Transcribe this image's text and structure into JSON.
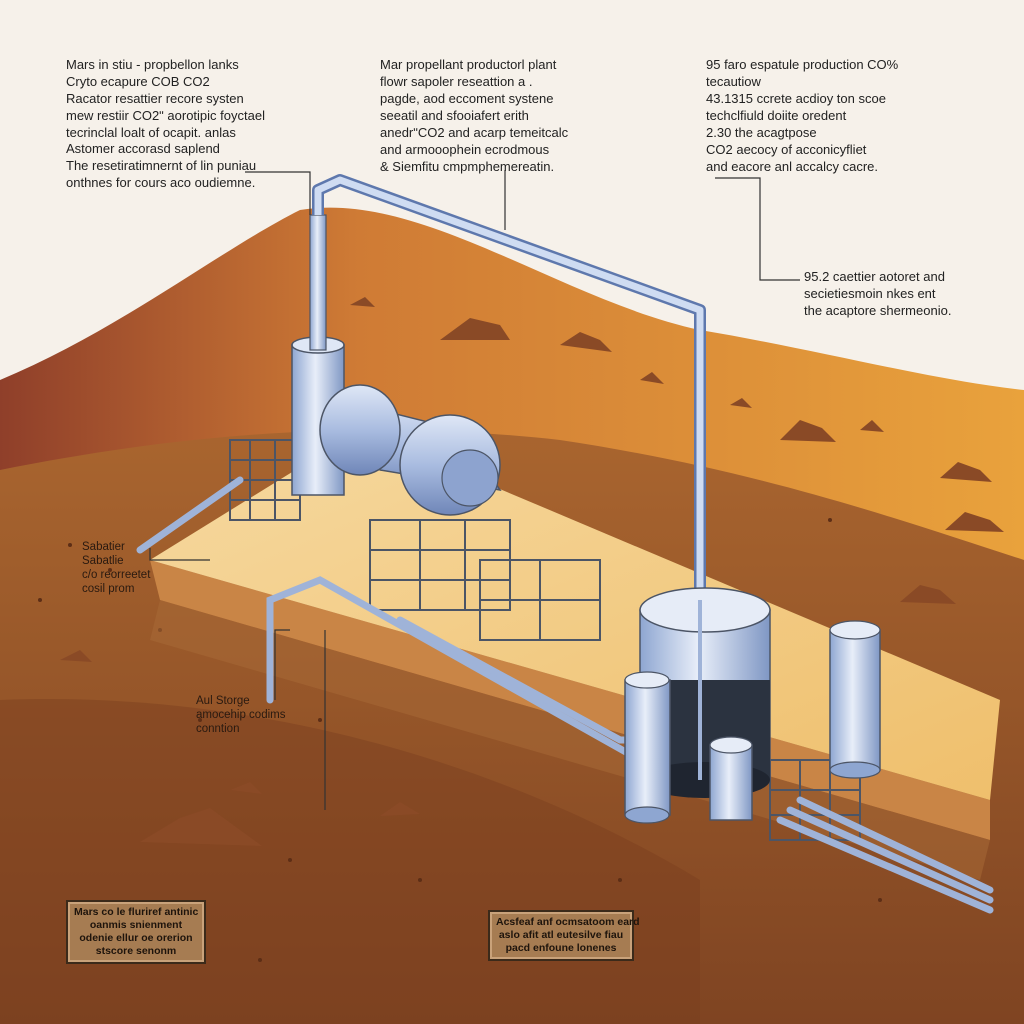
{
  "annotations": {
    "top_left": {
      "lines": [
        "Mars in stiu - propbellon lanks",
        "Cryto ecapure COB CO2",
        "Racator resattier recore systen",
        "mew restiir CO2ʺ aorotipic foyctael",
        "tecrinclal loalt of ocapit. anlas"
      ]
    },
    "left_mid": {
      "lines": [
        "Astomer accorasd saplend",
        "The resetiratimnernt of lin puniau",
        "onthnes for cours aco oudiemne."
      ]
    },
    "top_center": {
      "lines": [
        "Mar propellant productorl plant",
        "flowr sapoler reseattion a .",
        "pagde, aod eccoment systene",
        "seeatil and sfooiafert erith",
        "anedrʺCO2 and acarp temeitcalc",
        "and armooophein ecrodmous",
        "& Siemfitu cmpmphemereatin."
      ]
    },
    "top_right": {
      "lines": [
        "95 faro espatule production CO%",
        "tecautiow",
        "43.1315 ccrete acdioy ton scoe",
        "techclfiuld doiite oredent",
        "2.30 the acagtpose",
        "CO2 aecocy of acconicyfliet",
        "and eacore anl accalcy cacre."
      ]
    },
    "right_mid": {
      "lines": [
        "95.2 caettier aotoret and",
        "secietiesmoin nkes ent",
        "the acaptore shermeonio."
      ]
    },
    "sabatier": {
      "lines": [
        "Sabatier",
        "Sabatlie",
        "c/o reorreetet",
        "cosil prom"
      ]
    },
    "storage": {
      "lines": [
        "Aul Storge",
        "amocehip codims",
        "conntion"
      ]
    }
  },
  "plaques": {
    "left": [
      "Mars co le fluriref antinic",
      "oanmis snienment",
      "odenie ellur oe orerion",
      "stscore senonm"
    ],
    "center": [
      "Acsfeaf anf ocmsatoom eard",
      "aslo afit atl eutesilve fiau",
      "pacd enfoune lonenes"
    ]
  },
  "colors": {
    "sky": "#f6f1ea",
    "mars_near": "#9a5a32",
    "mars_far": "#d8892e",
    "pad": "#f2c878",
    "pad_edge": "#d99a4c",
    "tank": "#c9d6ec",
    "tank_dark": "#6d86b3",
    "pipe": "#b7c8e6",
    "frame": "#4c5566"
  }
}
